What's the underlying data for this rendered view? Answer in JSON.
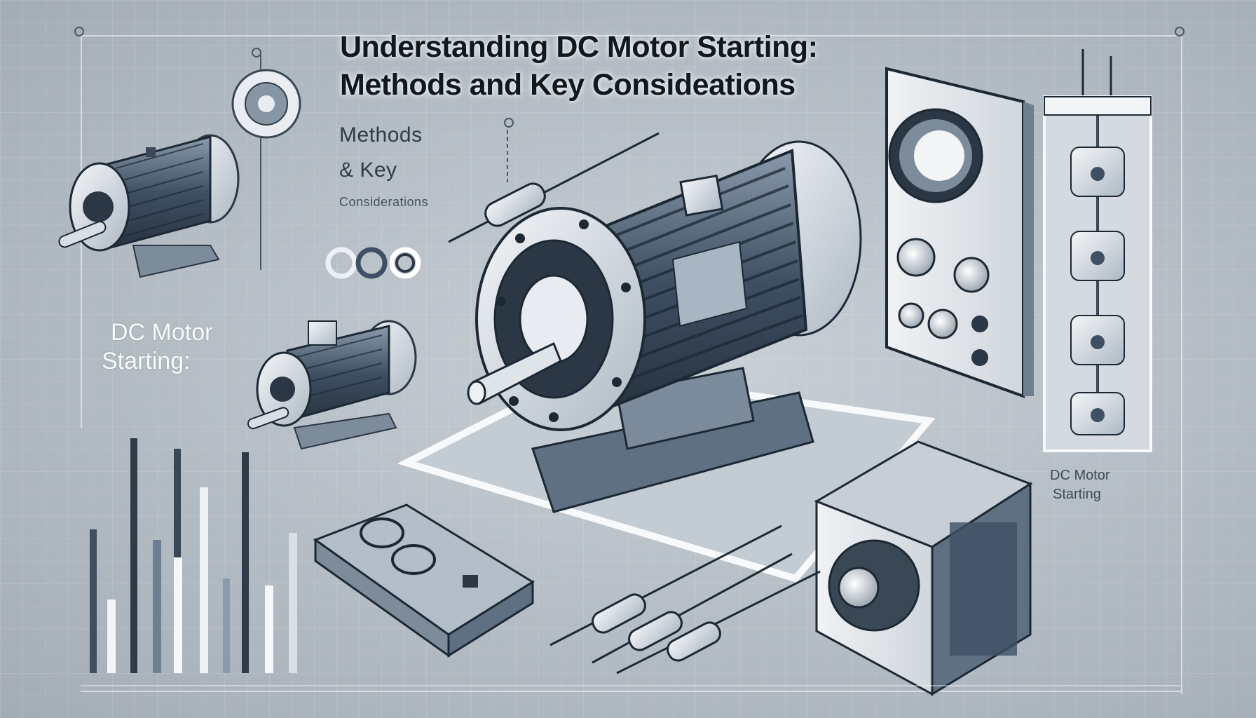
{
  "title": {
    "line1": "Understanding DC Motor Starting:",
    "line2": "Methods and Key Consideations"
  },
  "subtitle": {
    "line1": "Methods",
    "line2": "& Key",
    "line3": "Considerations"
  },
  "side_label": {
    "line1": "DC Motor",
    "line2": "Starting:"
  },
  "corner_label": {
    "line1": "DC Motor",
    "line2": "Starting"
  },
  "colors": {
    "background": "#b4bcc4",
    "ink": "#1c2935",
    "steel": "#6f7f90",
    "highlight": "#ffffff"
  }
}
